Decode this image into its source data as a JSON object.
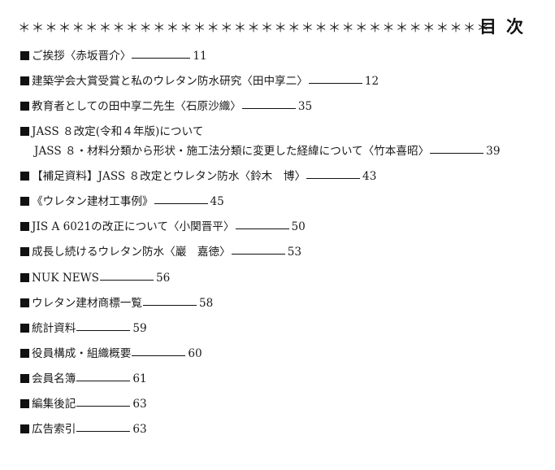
{
  "header": {
    "stars": "＊＊＊＊＊＊＊＊＊＊＊＊＊＊＊＊＊＊＊＊＊＊＊＊＊＊＊＊＊＊＊＊＊＊＊",
    "title": "目次"
  },
  "entries": [
    {
      "title": "ご挨拶〈赤坂晋介〉",
      "page": "11"
    },
    {
      "title": "建築学会大賞受賞と私のウレタン防水研究〈田中享二〉",
      "page": "12"
    },
    {
      "title": "教育者としての田中享二先生〈石原沙織〉",
      "page": "35"
    },
    {
      "title": "JASS ８改定(令和４年版)について",
      "subtitle": "JASS ８・材料分類から形状・施工法分類に変更した経緯について〈竹本喜昭〉",
      "page": "39"
    },
    {
      "title": "【補足資料】JASS ８改定とウレタン防水〈鈴木　博〉",
      "page": "43"
    },
    {
      "title": "《ウレタン建材工事例》",
      "page": "45"
    },
    {
      "title": "JIS A 6021の改正について〈小関晋平〉",
      "page": "50"
    },
    {
      "title": "成長し続けるウレタン防水〈巖　嘉徳〉",
      "page": "53"
    },
    {
      "title": "NUK NEWS",
      "page": "56"
    },
    {
      "title": "ウレタン建材商標一覧",
      "page": "58"
    },
    {
      "title": "統計資料",
      "page": "59"
    },
    {
      "title": "役員構成・組織概要",
      "page": "60"
    },
    {
      "title": "会員名簿",
      "page": "61"
    },
    {
      "title": "編集後記",
      "page": "63"
    },
    {
      "title": "広告索引",
      "page": "63"
    }
  ]
}
